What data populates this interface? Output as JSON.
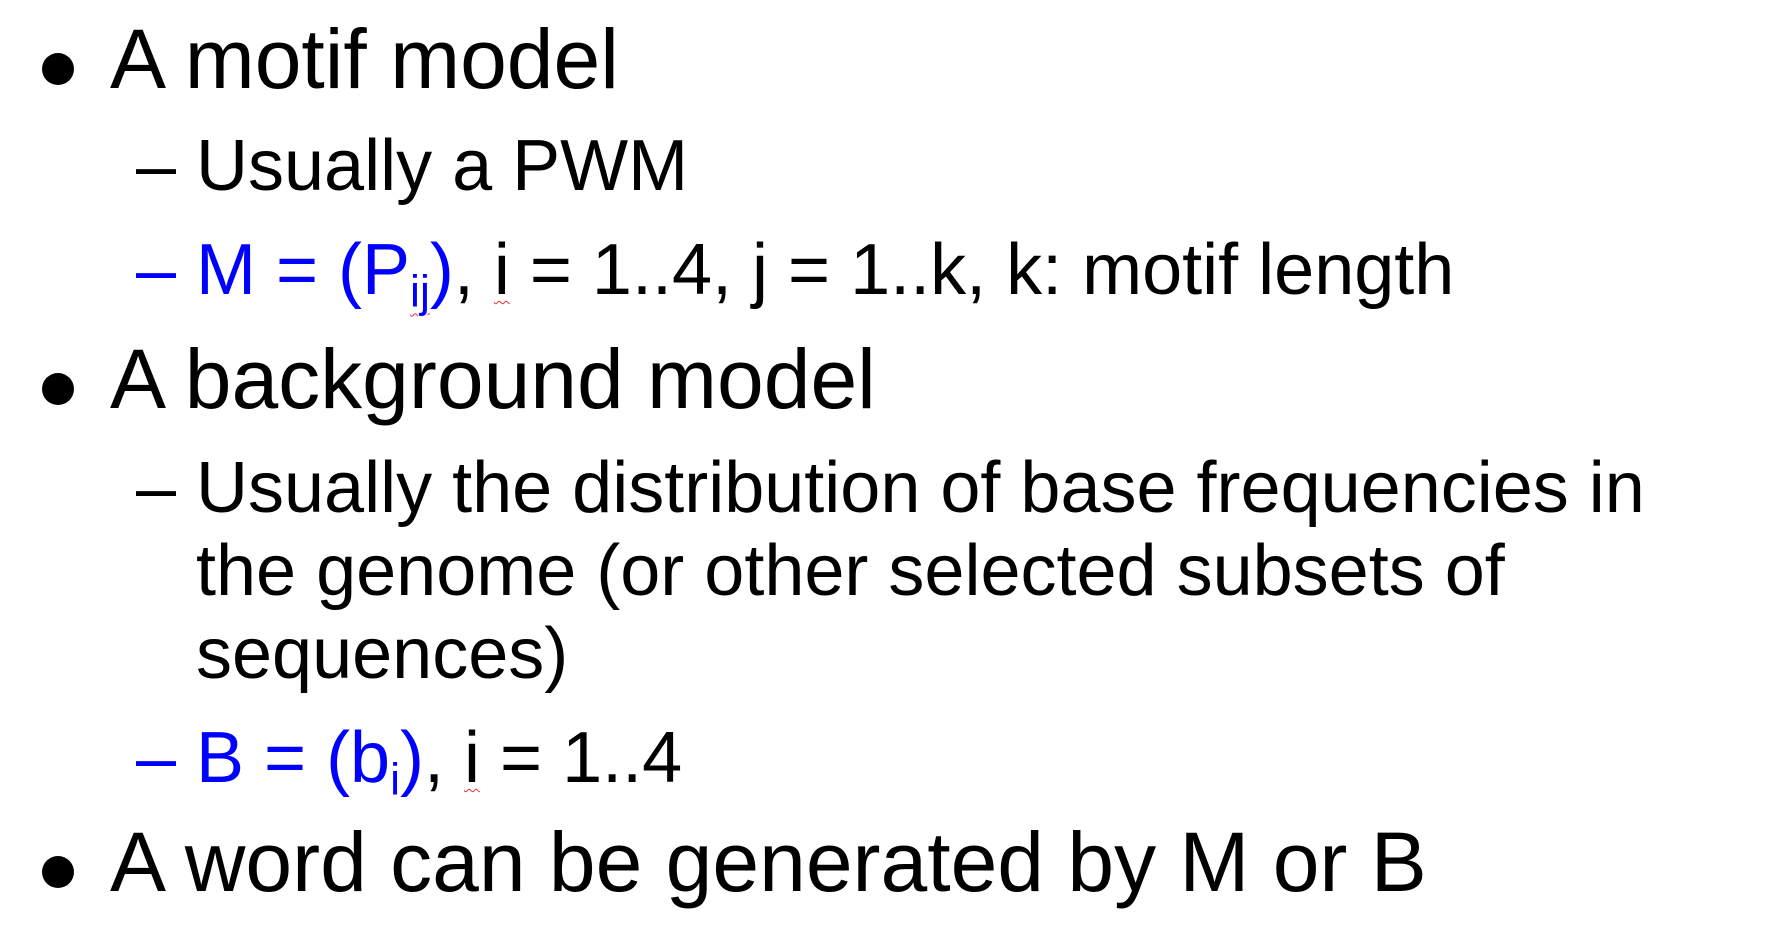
{
  "slide": {
    "bullet1": "A motif model",
    "bullet1_sub1": "Usually a PWM",
    "bullet1_sub2": {
      "M": "M = (P",
      "sub": "ij",
      "close": ")",
      "rest_comma": ", ",
      "i": "i",
      "rest": " = 1..4, j = 1..k, k: motif length"
    },
    "bullet2": "A background model",
    "bullet2_sub1_lines": [
      "Usually the distribution of base frequencies in",
      "the genome (or other selected subsets of",
      "sequences)"
    ],
    "bullet2_sub2": {
      "B": "B = (b",
      "sub": "i",
      "close": ")",
      "rest_comma": ", ",
      "i": "i",
      "rest": " = 1..4"
    },
    "bullet3": "A word can be generated by M or B",
    "dash": "–",
    "accent_color": "#0000ff"
  }
}
